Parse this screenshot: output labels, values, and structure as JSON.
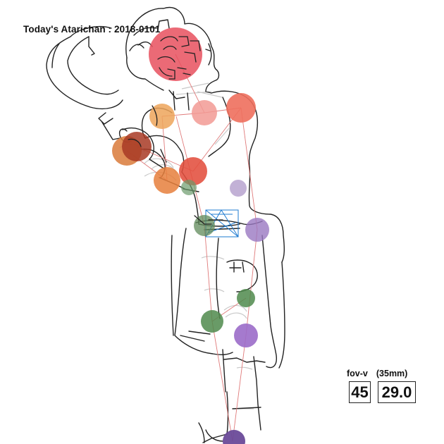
{
  "title": "Today's Atarichan : 2018-0101",
  "fov": {
    "fov_label": "fov-v",
    "lens_label": "(35mm)",
    "fov_value": "45",
    "lens_value": "29.0"
  },
  "colors": {
    "head": "#e8505e",
    "right_shoulder": "#ee6f5d",
    "neck": "#f29a94",
    "left_shoulder": "#eda45a",
    "left_elbow": "#e67f3c",
    "left_hand": "#a83a24",
    "right_elbow": "#e34f3e",
    "mid_green": "#6b9a6b",
    "left_hip": "#5f8a5a",
    "right_hip": "#9a78c2",
    "chest_right": "#b7a3cf",
    "knee_right": "#4f8a4c",
    "knee_left": "#4f8a4c",
    "foot_right": "#9b6cc9",
    "foot_bottom": "#6a4a99",
    "bone_line": "#e07a7a",
    "pelvis_box": "#1e7bd1",
    "sketch": "#222222"
  }
}
